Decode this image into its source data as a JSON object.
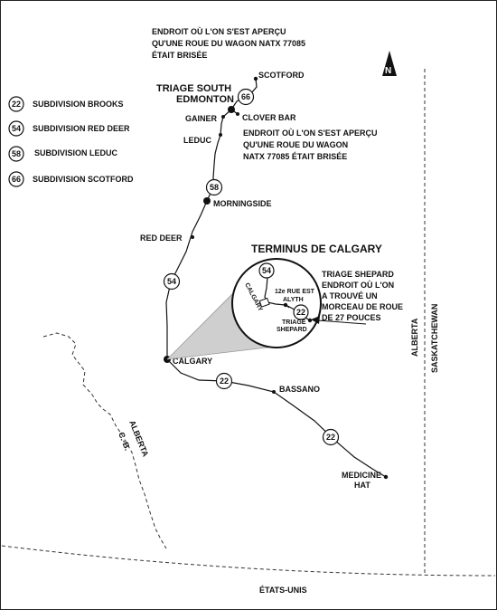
{
  "top_note": {
    "lines": [
      "ENDROIT OÙ L'ON S'EST APERÇU",
      "QU'UNE ROUE DU WAGON NATX 77085",
      "ÉTAIT BRISÉE"
    ]
  },
  "north": {
    "label": "N"
  },
  "legend": [
    {
      "code": "22",
      "label": "SUBDIVISION BROOKS"
    },
    {
      "code": "54",
      "label": "SUBDIVISION RED DEER"
    },
    {
      "code": "58",
      "label": "SUBDIVISION LEDUC"
    },
    {
      "code": "66",
      "label": "SUBDIVISION SCOTFORD"
    }
  ],
  "places": {
    "scotford": "SCOTFORD",
    "triage_se_1": "TRIAGE SOUTH",
    "triage_se_2": "EDMONTON",
    "gainer": "GAINER",
    "clover_bar": "CLOVER BAR",
    "leduc": "LEDUC",
    "morningside": "MORNINGSIDE",
    "red_deer": "RED DEER",
    "calgary": "CALGARY",
    "bassano": "BASSANO",
    "medicine_hat_1": "MEDICINE",
    "medicine_hat_2": "HAT"
  },
  "clover_note": {
    "lines": [
      "ENDROIT OÙ L'ON S'EST APERÇU",
      "QU'UNE ROUE DU WAGON",
      "NATX 77085 ÉTAIT BRISÉE"
    ]
  },
  "route_badges": {
    "r66": "66",
    "r58": "58",
    "r54": "54",
    "r22a": "22",
    "r22b": "22",
    "inset54": "54",
    "inset22": "22"
  },
  "inset": {
    "title": "TERMINUS DE CALGARY",
    "calgary": "CALGARY",
    "alyth_1": "12e RUE EST",
    "alyth_2": "ALYTH",
    "shepard_1": "TRIAGE",
    "shepard_2": "SHEPARD"
  },
  "shepard_note": {
    "lines": [
      "TRIAGE SHEPARD",
      "ENDROIT OÙ L'ON",
      "A TROUVÉ UN",
      "MORCEAU DE ROUE",
      "DE 27 POUCES"
    ]
  },
  "borders": {
    "alberta_east": "ALBERTA",
    "saskatchewan": "SASKATCHEWAN",
    "alberta_west": "ALBERTA",
    "cb": "C.-B.",
    "usa": "ÉTATS-UNIS"
  }
}
